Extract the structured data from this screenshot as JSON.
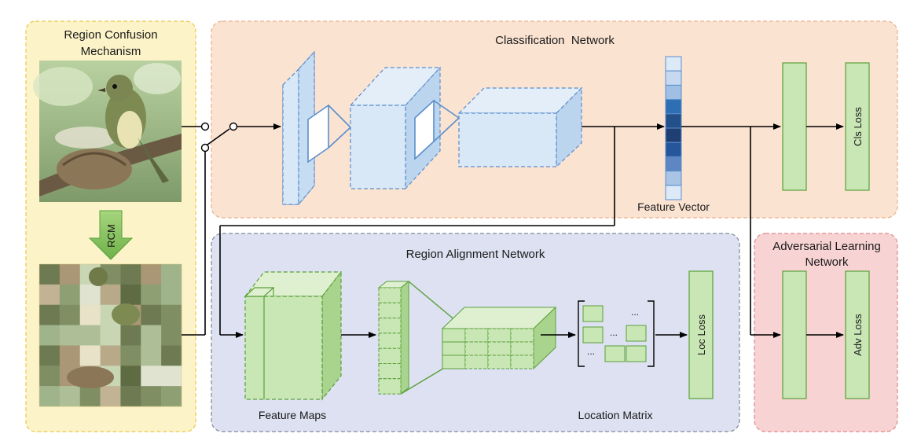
{
  "panels": {
    "rcm": "Region Confusion Mechanism",
    "rcm_lines": [
      "Region Confusion",
      "Mechanism"
    ],
    "classification": "Classification  Network",
    "alignment": "Region Alignment Network",
    "adversarial": "Adversarial Learning Network",
    "adversarial_lines": [
      "Adversarial Learning",
      "Network"
    ]
  },
  "labels": {
    "rcm_arrow": "RCM",
    "feature_vector": "Feature Vector",
    "feature_maps": "Feature Maps",
    "location_matrix": "Location Matrix",
    "cls_loss": "Cls Loss",
    "loc_loss": "Loc Loss",
    "adv_loss": "Adv Loss",
    "ellipsis": "..."
  },
  "colors": {
    "rcm_panel_fill": "#fdf3c8",
    "rcm_panel_stroke": "#e8c84a",
    "cls_panel_fill": "#fbe3d2",
    "cls_panel_stroke": "#e9b08a",
    "ral_panel_fill": "#dde1f1",
    "ral_panel_stroke": "#7f8a99",
    "adv_panel_fill": "#f8d3d3",
    "adv_panel_stroke": "#de8888",
    "blue_block_front": "#d8e8f7",
    "blue_block_side": "#bcd5ef",
    "blue_block_stroke": "#5b8ecb",
    "green_block": "#c9e6b5",
    "green_block_dark": "#a9d48d",
    "green_block_stroke": "#5aa03a",
    "feature_vector_cells": [
      "#dce9f6",
      "#c6d9f0",
      "#9fc0e4",
      "#2e6fb4",
      "#24508a",
      "#1f3f73",
      "#25559a",
      "#5d86c2",
      "#a9c4e5",
      "#dce9f6"
    ]
  },
  "images": {
    "original_bird": "bird-photo",
    "shuffled_bird": "shuffled-bird-photo"
  }
}
